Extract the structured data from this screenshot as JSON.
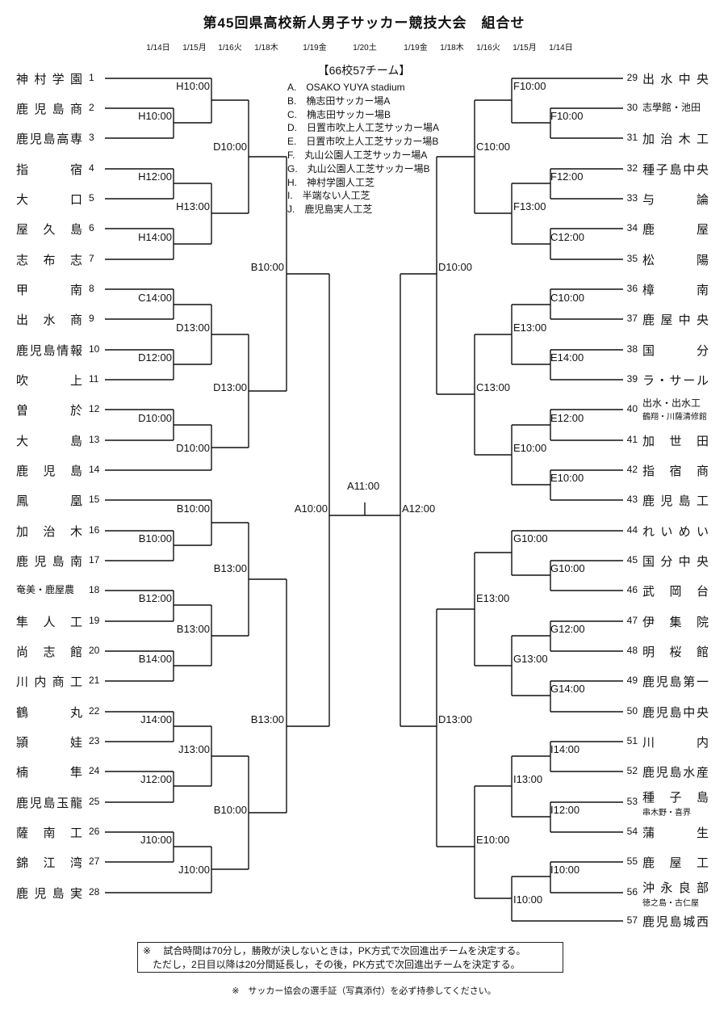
{
  "title": "第45回県高校新人男子サッカー競技大会　組合せ",
  "dates_left": [
    "1/14日",
    "1/15月",
    "1/16火",
    "1/18木",
    "1/19金"
  ],
  "dates_center": "1/20土",
  "dates_right": [
    "1/19金",
    "1/18木",
    "1/16火",
    "1/15月",
    "1/14日"
  ],
  "subtitle": "【66校57チーム】",
  "venues": [
    "A.　OSAKO YUYA stadium",
    "B.　桷志田サッカー場A",
    "C.　桷志田サッカー場B",
    "D.　日置市吹上人工芝サッカー場A",
    "E.　日置市吹上人工芝サッカー場B",
    "F.　丸山公園人工芝サッカー場A",
    "G.　丸山公園人工芝サッカー場B",
    "H.　神村学園人工芝",
    "I.　半端ない人工芝",
    "J.　鹿児島実人工芝"
  ],
  "left_teams": [
    {
      "no": "1",
      "name": "神村学園"
    },
    {
      "no": "2",
      "name": "鹿児島商"
    },
    {
      "no": "3",
      "name": "鹿児島高専"
    },
    {
      "no": "4",
      "name": "指　宿"
    },
    {
      "no": "5",
      "name": "大　口"
    },
    {
      "no": "6",
      "name": "屋久島"
    },
    {
      "no": "7",
      "name": "志布志"
    },
    {
      "no": "8",
      "name": "甲　南"
    },
    {
      "no": "9",
      "name": "出水商"
    },
    {
      "no": "10",
      "name": "鹿児島情報"
    },
    {
      "no": "11",
      "name": "吹　上"
    },
    {
      "no": "12",
      "name": "曽　於"
    },
    {
      "no": "13",
      "name": "大　島"
    },
    {
      "no": "14",
      "name": "鹿児島"
    },
    {
      "no": "15",
      "name": "鳳　凰"
    },
    {
      "no": "16",
      "name": "加治木"
    },
    {
      "no": "17",
      "name": "鹿児島南"
    },
    {
      "no": "18",
      "name": "奄美・鹿屋農",
      "small": true
    },
    {
      "no": "19",
      "name": "隼人工"
    },
    {
      "no": "20",
      "name": "尚志館"
    },
    {
      "no": "21",
      "name": "川内商工"
    },
    {
      "no": "22",
      "name": "鶴　丸"
    },
    {
      "no": "23",
      "name": "頴　娃"
    },
    {
      "no": "24",
      "name": "楠　隼"
    },
    {
      "no": "25",
      "name": "鹿児島玉龍"
    },
    {
      "no": "26",
      "name": "薩南工"
    },
    {
      "no": "27",
      "name": "錦江湾"
    },
    {
      "no": "28",
      "name": "鹿児島実"
    }
  ],
  "right_teams": [
    {
      "no": "29",
      "name": "出水中央"
    },
    {
      "no": "30",
      "name": "志學館・池田",
      "small": true
    },
    {
      "no": "31",
      "name": "加治木工"
    },
    {
      "no": "32",
      "name": "種子島中央"
    },
    {
      "no": "33",
      "name": "与　論"
    },
    {
      "no": "34",
      "name": "鹿　屋"
    },
    {
      "no": "35",
      "name": "松　陽"
    },
    {
      "no": "36",
      "name": "樟　南"
    },
    {
      "no": "37",
      "name": "鹿屋中央"
    },
    {
      "no": "38",
      "name": "国　分"
    },
    {
      "no": "39",
      "name": "ラ・サール"
    },
    {
      "no": "40",
      "name": "出水・出水工",
      "sub": "鶴翔・川薩清修館",
      "small": true
    },
    {
      "no": "41",
      "name": "加世田"
    },
    {
      "no": "42",
      "name": "指宿商"
    },
    {
      "no": "43",
      "name": "鹿児島工"
    },
    {
      "no": "44",
      "name": "れいめい"
    },
    {
      "no": "45",
      "name": "国分中央"
    },
    {
      "no": "46",
      "name": "武岡台"
    },
    {
      "no": "47",
      "name": "伊集院"
    },
    {
      "no": "48",
      "name": "明桜館"
    },
    {
      "no": "49",
      "name": "鹿児島第一"
    },
    {
      "no": "50",
      "name": "鹿児島中央"
    },
    {
      "no": "51",
      "name": "川　内"
    },
    {
      "no": "52",
      "name": "鹿児島水産"
    },
    {
      "no": "53",
      "name": "種子島",
      "sub": "串木野・喜界"
    },
    {
      "no": "54",
      "name": "蒲　生"
    },
    {
      "no": "55",
      "name": "鹿屋工"
    },
    {
      "no": "56",
      "name": "沖永良部",
      "sub": "徳之島・古仁屋"
    },
    {
      "no": "57",
      "name": "鹿児島城西"
    }
  ],
  "matches": [
    {
      "id": "L1",
      "label": "H10:00"
    },
    {
      "id": "L2",
      "label": "H10:00"
    },
    {
      "id": "L3",
      "label": "H12:00"
    },
    {
      "id": "L4",
      "label": "H13:00"
    },
    {
      "id": "L5",
      "label": "H14:00"
    },
    {
      "id": "L6",
      "label": "D10:00"
    },
    {
      "id": "L7",
      "label": "C14:00"
    },
    {
      "id": "L8",
      "label": "D13:00"
    },
    {
      "id": "L9",
      "label": "D12:00"
    },
    {
      "id": "L10",
      "label": "D10:00"
    },
    {
      "id": "L11",
      "label": "D10:00"
    },
    {
      "id": "L12",
      "label": "D13:00"
    },
    {
      "id": "L13",
      "label": "B10:00"
    },
    {
      "id": "L14",
      "label": "B10:00"
    },
    {
      "id": "L15",
      "label": "B10:00"
    },
    {
      "id": "L16",
      "label": "B12:00"
    },
    {
      "id": "L17",
      "label": "B13:00"
    },
    {
      "id": "L18",
      "label": "B14:00"
    },
    {
      "id": "L19",
      "label": "B13:00"
    },
    {
      "id": "L20",
      "label": "J14:00"
    },
    {
      "id": "L21",
      "label": "J13:00"
    },
    {
      "id": "L22",
      "label": "J12:00"
    },
    {
      "id": "L23",
      "label": "J10:00"
    },
    {
      "id": "L24",
      "label": "J10:00"
    },
    {
      "id": "L25",
      "label": "B10:00"
    },
    {
      "id": "L26",
      "label": "B13:00"
    },
    {
      "id": "L27",
      "label": "A10:00"
    },
    {
      "id": "F",
      "label": "A11:00"
    },
    {
      "id": "R27",
      "label": "A12:00"
    },
    {
      "id": "R1",
      "label": "F10:00"
    },
    {
      "id": "R2",
      "label": "F10:00"
    },
    {
      "id": "R3",
      "label": "F12:00"
    },
    {
      "id": "R4",
      "label": "C12:00"
    },
    {
      "id": "R5",
      "label": "F13:00"
    },
    {
      "id": "R6",
      "label": "C10:00"
    },
    {
      "id": "R7",
      "label": "C10:00"
    },
    {
      "id": "R8",
      "label": "E14:00"
    },
    {
      "id": "R9",
      "label": "E13:00"
    },
    {
      "id": "R10",
      "label": "E12:00"
    },
    {
      "id": "R11",
      "label": "E10:00"
    },
    {
      "id": "R12",
      "label": "E10:00"
    },
    {
      "id": "R13",
      "label": "C13:00"
    },
    {
      "id": "R14",
      "label": "D10:00"
    },
    {
      "id": "R15",
      "label": "G10:00"
    },
    {
      "id": "R16",
      "label": "G10:00"
    },
    {
      "id": "R17",
      "label": "G12:00"
    },
    {
      "id": "R18",
      "label": "G14:00"
    },
    {
      "id": "R19",
      "label": "G13:00"
    },
    {
      "id": "R20",
      "label": "E13:00"
    },
    {
      "id": "R21",
      "label": "I14:00"
    },
    {
      "id": "R22",
      "label": "I12:00"
    },
    {
      "id": "R23",
      "label": "I13:00"
    },
    {
      "id": "R24",
      "label": "I10:00"
    },
    {
      "id": "R25",
      "label": "I10:00"
    },
    {
      "id": "R26",
      "label": "E10:00"
    },
    {
      "id": "R28",
      "label": "D13:00"
    }
  ],
  "note_lines": [
    "※　 試合時間は70分し，勝敗が決しないときは，PK方式で次回進出チームを決定する。",
    "　ただし，2日目以降は20分間延長し，その後，PK方式で次回進出チームを決定する。"
  ],
  "footer": "※　サッカー協会の選手証（写真添付）を必ず持参してください。"
}
